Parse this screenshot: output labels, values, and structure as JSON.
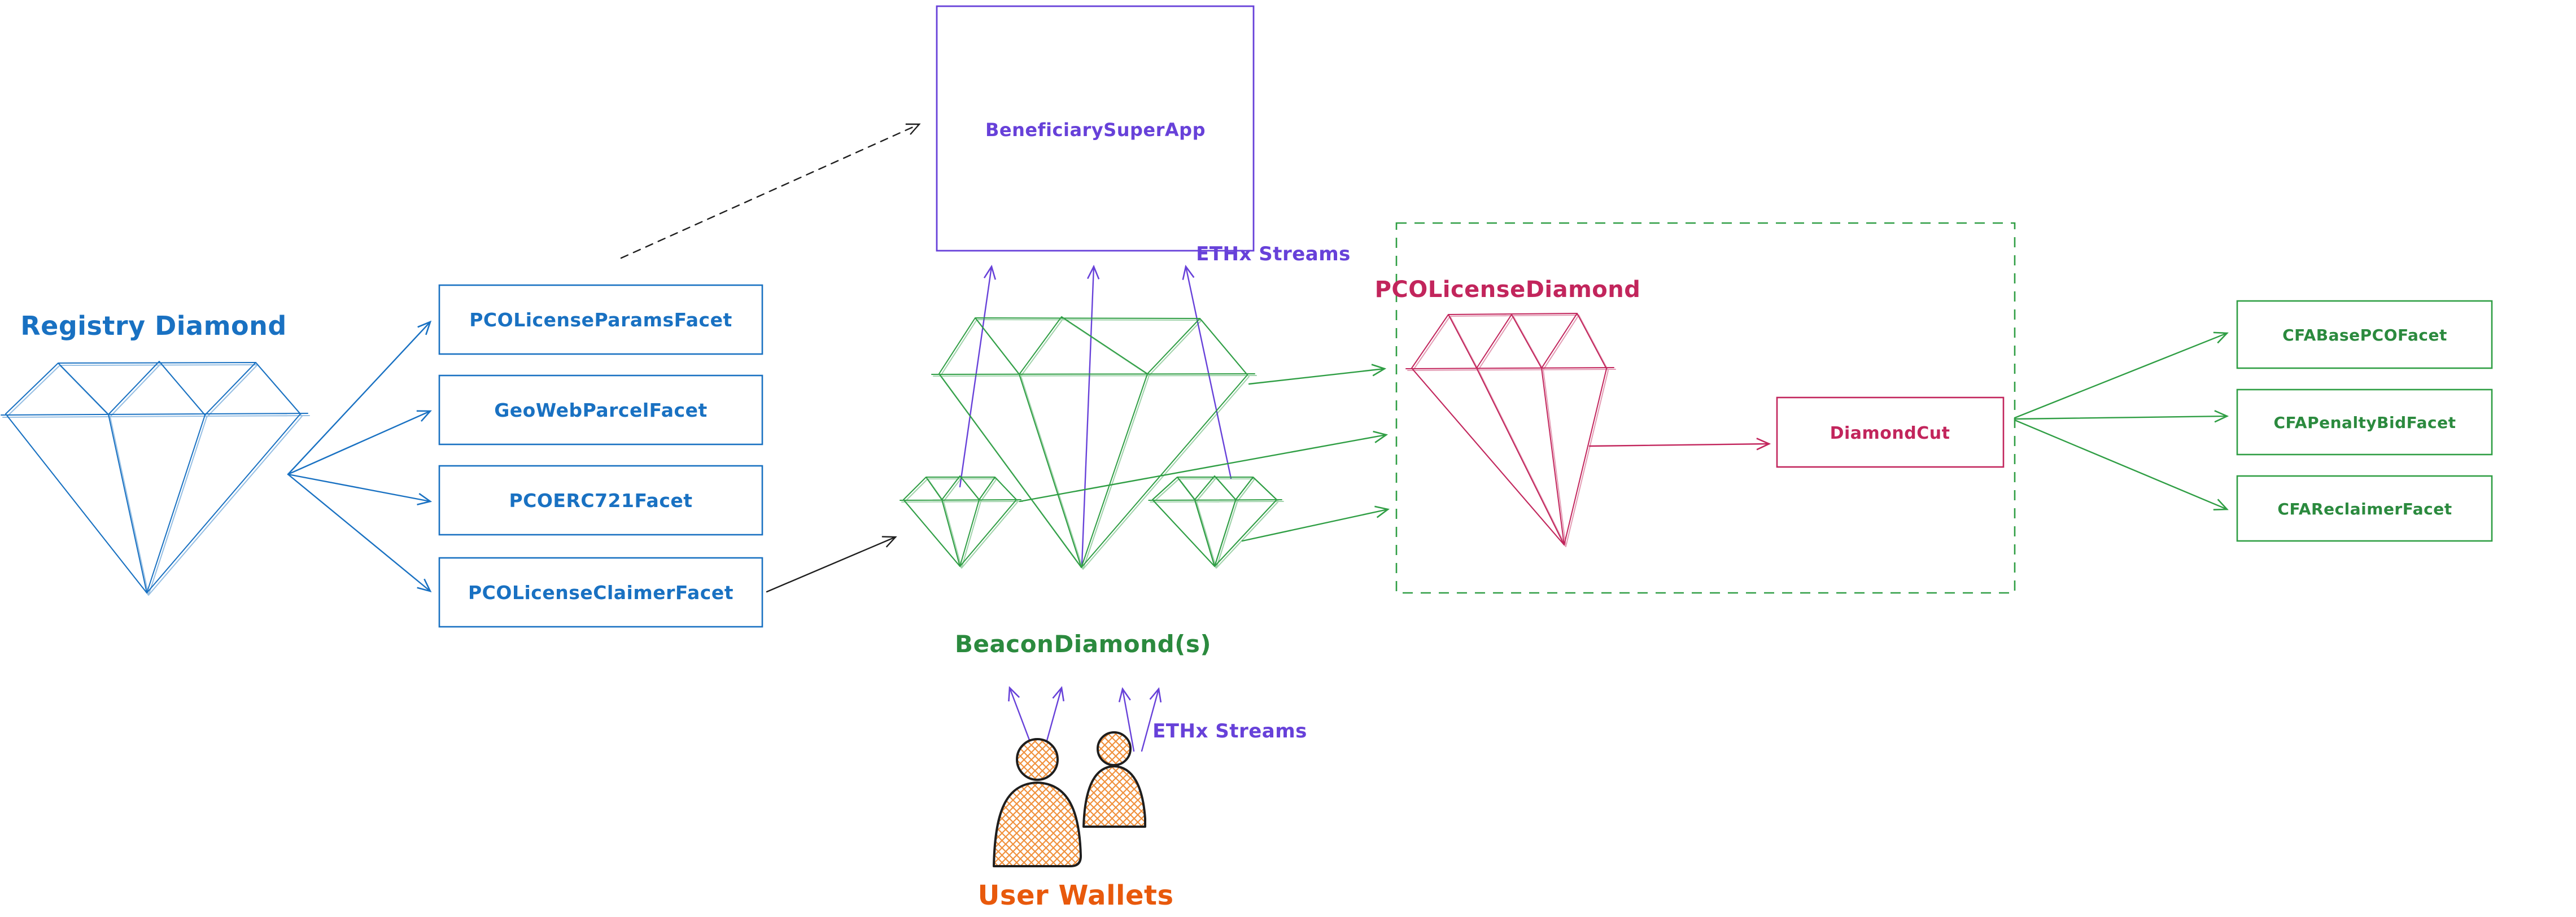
{
  "colors": {
    "blue": "#1971c2",
    "violet": "#6741d9",
    "green": "#2f9e44",
    "green_text": "#2b8a3e",
    "crimson": "#c2255c",
    "orange": "#e8590c",
    "hatch_orange": "#f0913d",
    "black": "#1e1e1e"
  },
  "nodes": {
    "registry_diamond": {
      "label": "Registry Diamond"
    },
    "registry_facets": {
      "params": {
        "label": "PCOLicenseParamsFacet"
      },
      "geoweb": {
        "label": "GeoWebParcelFacet"
      },
      "erc721": {
        "label": "PCOERC721Facet"
      },
      "claimer": {
        "label": "PCOLicenseClaimerFacet"
      }
    },
    "beneficiary_super_app": {
      "label": "BeneficiarySuperApp"
    },
    "beacon_diamonds": {
      "label": "BeaconDiamond(s)"
    },
    "pco_license_diamond": {
      "label": "PCOLicenseDiamond"
    },
    "diamond_cut": {
      "label": "DiamondCut"
    },
    "cfa_facets": {
      "base": {
        "label": "CFABasePCOFacet"
      },
      "penalty": {
        "label": "CFAPenaltyBidFacet"
      },
      "reclaimer": {
        "label": "CFAReclaimerFacet"
      }
    },
    "user_wallets": {
      "label": "User Wallets"
    }
  },
  "edges": {
    "ethx_streams_top": {
      "label": "ETHx Streams"
    },
    "ethx_streams_bottom": {
      "label": "ETHx Streams"
    }
  }
}
